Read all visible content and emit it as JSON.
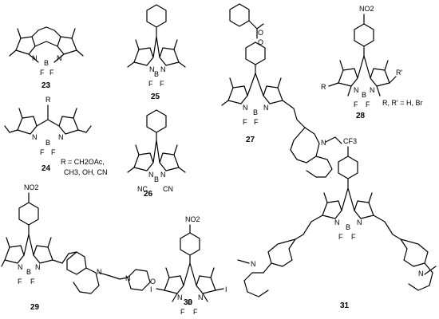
{
  "compounds": [
    {
      "id": "23",
      "label": "23"
    },
    {
      "id": "24",
      "label": "24",
      "substituent_note": [
        "R = CH2OAc,",
        "CH3, OH, CN"
      ]
    },
    {
      "id": "25",
      "label": "25"
    },
    {
      "id": "26",
      "label": "26"
    },
    {
      "id": "27",
      "label": "27"
    },
    {
      "id": "28",
      "label": "28",
      "substituent_note": [
        "R, R' = H, Br"
      ]
    },
    {
      "id": "29",
      "label": "29"
    },
    {
      "id": "30",
      "label": "30"
    },
    {
      "id": "31",
      "label": "31"
    }
  ],
  "atoms": {
    "N": "N",
    "B": "B",
    "F": "F",
    "R": "R",
    "R_prime": "R'",
    "I": "I",
    "O": "O",
    "NO2": "NO2",
    "CF3": "CF3",
    "NC": "NC",
    "CN": "CN"
  }
}
